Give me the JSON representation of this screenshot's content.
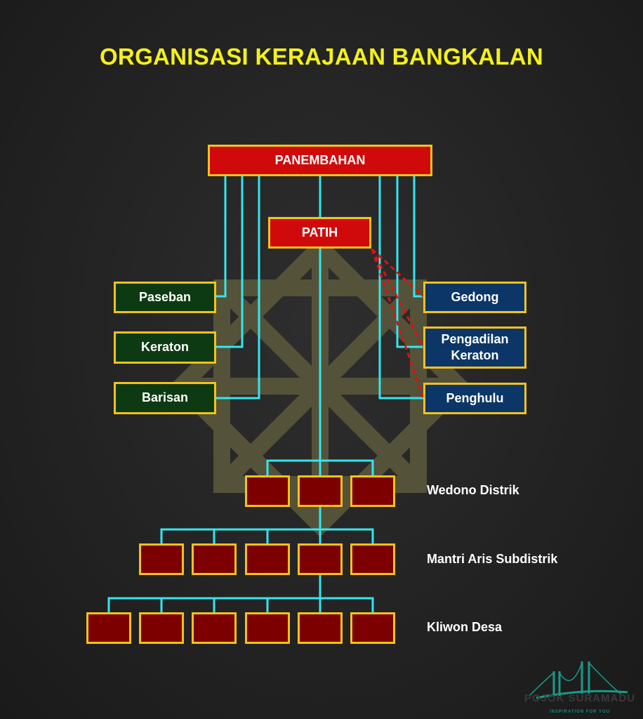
{
  "title": "ORGANISASI KERAJAAN BANGKALAN",
  "top": {
    "panembahan": "PANEMBAHAN",
    "patih": "PATIH"
  },
  "left_units": [
    "Paseban",
    "Keraton",
    "Barisan"
  ],
  "right_units": [
    "Gedong",
    "Pengadilan Keraton",
    "Penghulu"
  ],
  "levels": {
    "wedono": "Wedono Distrik",
    "mantri": "Mantri Aris Subdistrik",
    "kliwon": "Kliwon Desa"
  },
  "logo": {
    "name": "POJOK SURAMADU",
    "tagline": "INSPIRATION FOR YOU"
  },
  "colors": {
    "title": "#f4f01a",
    "connector": "#33e6ee",
    "dashed": "#e01010",
    "border": "#f2c21c"
  }
}
